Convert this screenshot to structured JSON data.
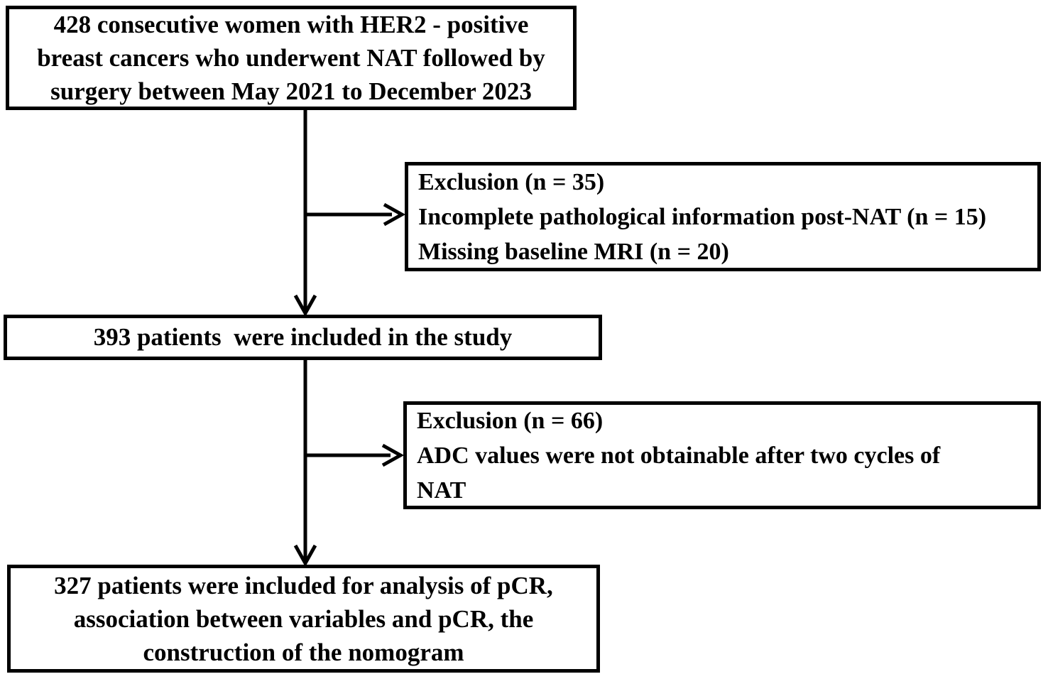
{
  "figure": {
    "type": "study-flow-diagram"
  },
  "colors": {
    "background": "#ffffff",
    "box_border": "#000000",
    "text": "#000000",
    "arrow": "#000000"
  },
  "boxes": {
    "initial_cohort": {
      "text": "428 consecutive women with HER2 - positive\nbreast cancers who underwent NAT followed by\nsurgery between May 2021 to December 2023"
    },
    "exclusion_1": {
      "text": "Exclusion (n = 35)\nIncomplete pathological information post-NAT (n = 15)\nMissing baseline MRI (n = 20)"
    },
    "included_study": {
      "text": "393 patients  were included in the study"
    },
    "exclusion_2": {
      "text": "Exclusion (n = 66)\nADC values were not obtainable after two cycles of\nNAT"
    },
    "final_analysis": {
      "text": "327 patients were included for analysis of pCR,\nassociation between variables and pCR, the\nconstruction of the nomogram"
    }
  }
}
